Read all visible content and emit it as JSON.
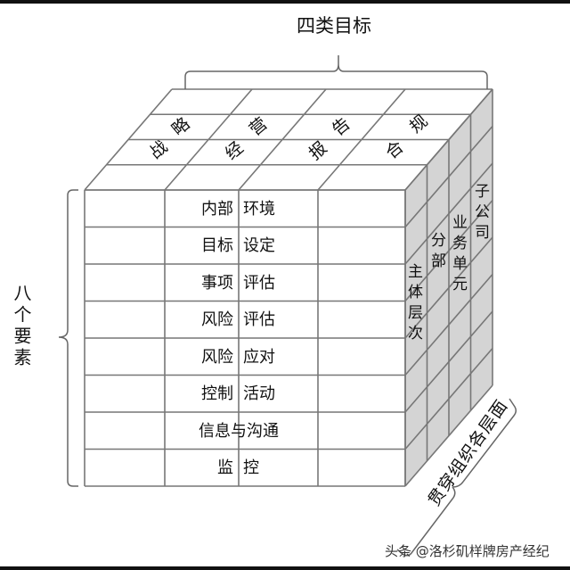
{
  "objectives": {
    "title": "四类目标",
    "items": [
      {
        "top": "略",
        "bottom": "战"
      },
      {
        "top": "营",
        "bottom": "经"
      },
      {
        "top": "告",
        "bottom": "报"
      },
      {
        "top": "规",
        "bottom": "合"
      }
    ]
  },
  "components": {
    "title": "八个要素",
    "rows": [
      {
        "left": "内部",
        "right": "环境"
      },
      {
        "left": "目标",
        "right": "设定"
      },
      {
        "left": "事项",
        "right": "评估"
      },
      {
        "left": "风险",
        "right": "评估"
      },
      {
        "left": "风险",
        "right": "应对"
      },
      {
        "left": "控制",
        "right": "活动"
      },
      {
        "full": "信息与沟通"
      },
      {
        "left": "监",
        "right": "控"
      }
    ]
  },
  "levels": {
    "title": "贯穿组织各层面",
    "items": [
      "主体层次",
      "分部",
      "业务单元",
      "子公司"
    ]
  },
  "colors": {
    "face_front": "#ffffff",
    "face_side": "#d4d4d4",
    "line": "#777777"
  },
  "watermark": "头条 @洛杉矶样牌房产经纪"
}
